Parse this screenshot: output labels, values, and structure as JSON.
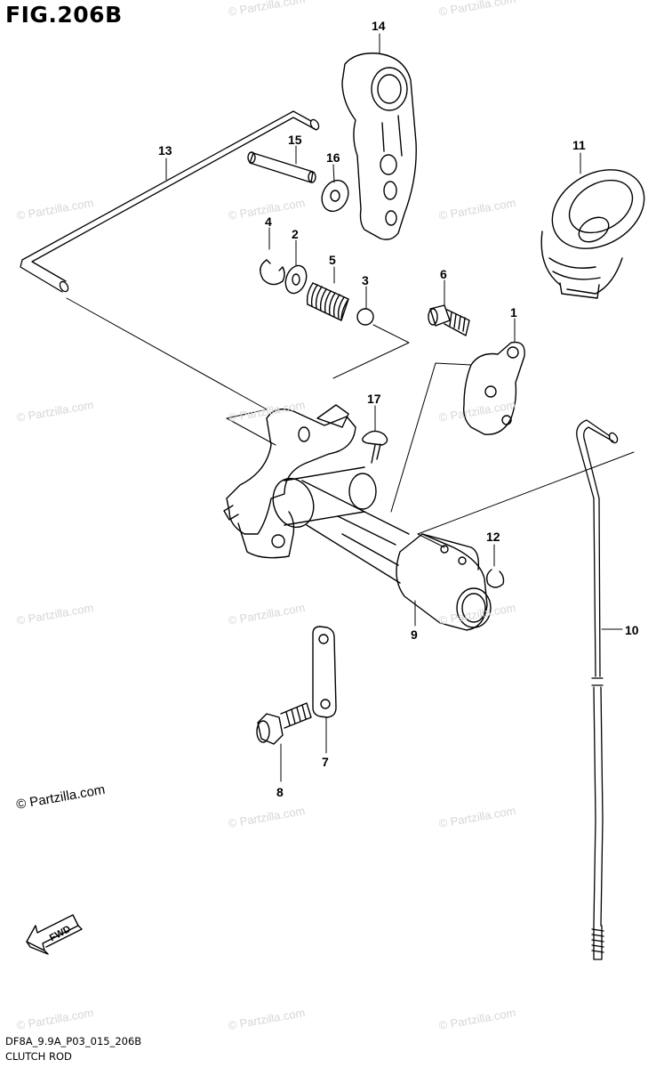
{
  "figure_title": "FIG.206B",
  "diagram_code": "DF8A_9.9A_P03_015_206B",
  "diagram_name": "CLUTCH ROD",
  "credit": "© Partzilla.com",
  "watermark": "© Partzilla.com",
  "direction_arrow": "FWD",
  "callouts": {
    "c1": "1",
    "c2": "2",
    "c3": "3",
    "c4": "4",
    "c5": "5",
    "c6": "6",
    "c7": "7",
    "c8": "8",
    "c9": "9",
    "c10": "10",
    "c11": "11",
    "c12": "12",
    "c13": "13",
    "c14": "14",
    "c15": "15",
    "c16": "16",
    "c17": "17"
  }
}
